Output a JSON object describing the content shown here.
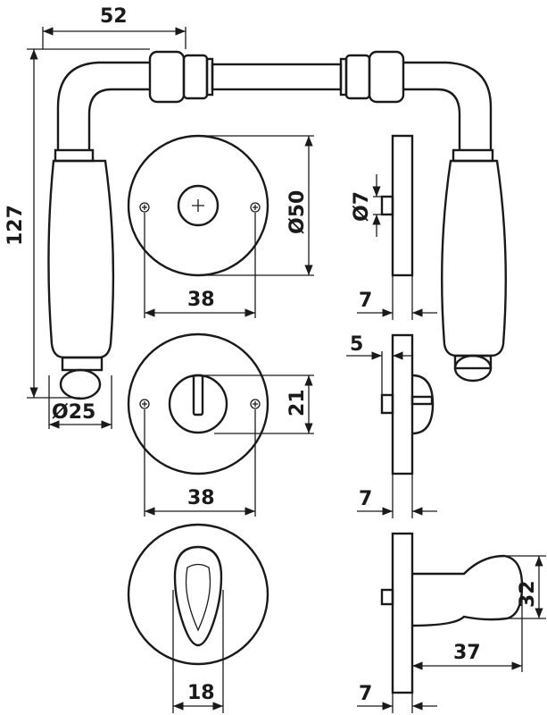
{
  "drawing": {
    "lever": {
      "width": "52",
      "height": "127",
      "grip_diameter": "Ø25"
    },
    "rosette": {
      "diameter": "Ø50",
      "screw_spacing": "38",
      "pin_diameter": "Ø7",
      "thickness": "7"
    },
    "wc_rosette": {
      "slot_height": "21",
      "screw_spacing": "38",
      "offset": "5",
      "thickness": "7"
    },
    "thumb_turn": {
      "width": "18",
      "thickness": "7",
      "knob_height": "32",
      "knob_length": "37"
    }
  }
}
